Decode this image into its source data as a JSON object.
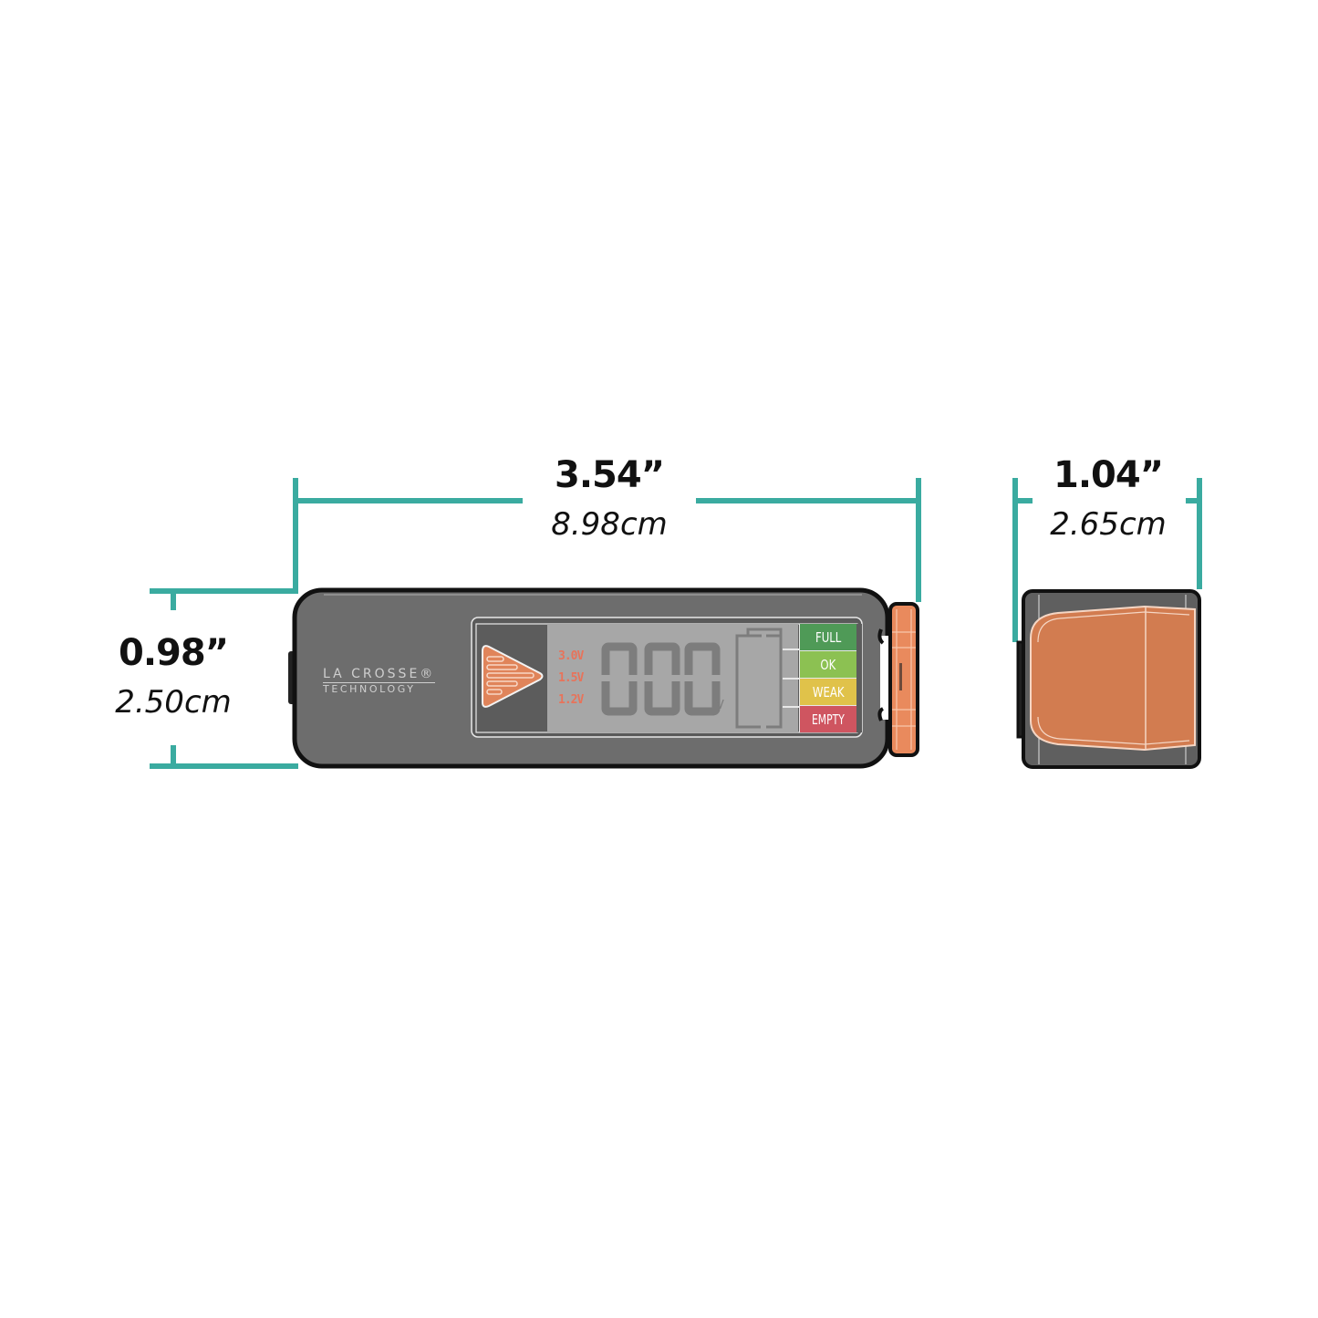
{
  "dimensions": {
    "length": {
      "inches": "3.54”",
      "cm": "8.98cm"
    },
    "height": {
      "inches": "0.98”",
      "cm": "2.50cm"
    },
    "width": {
      "inches": "1.04”",
      "cm": "2.65cm"
    }
  },
  "device": {
    "brand_line1": "LA CROSSE®",
    "brand_line2": "TECHNOLOGY",
    "voltage_options": [
      "3.0V",
      "1.5V",
      "1.2V"
    ],
    "reading": "000",
    "unit": "V",
    "levels": [
      {
        "label": "FULL",
        "color": "#4f9a57"
      },
      {
        "label": "OK",
        "color": "#8cc152"
      },
      {
        "label": "WEAK",
        "color": "#e0c24a"
      },
      {
        "label": "EMPTY",
        "color": "#cf5560"
      }
    ]
  },
  "colors": {
    "dimension_line": "#3aaba0",
    "body": "#6d6d6d",
    "accent": "#e0845a",
    "lcd": "#a7a7a7"
  }
}
